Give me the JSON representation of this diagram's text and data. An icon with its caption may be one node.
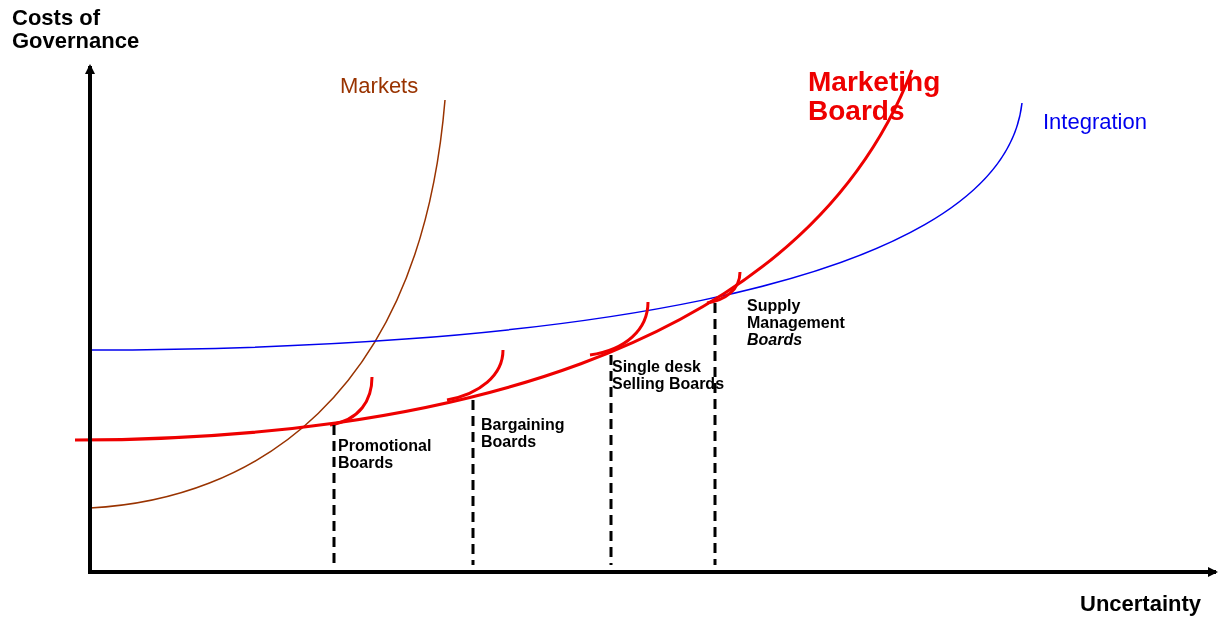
{
  "diagram": {
    "labels": [
      "Costs of Governance",
      "Markets",
      "Marketing Boards",
      "Integration",
      "Supply Management *Boards*",
      "Single desk Selling Boards",
      "Bargaining Boards",
      "Promotional Boards",
      "Uncertainty"
    ]
  }
}
